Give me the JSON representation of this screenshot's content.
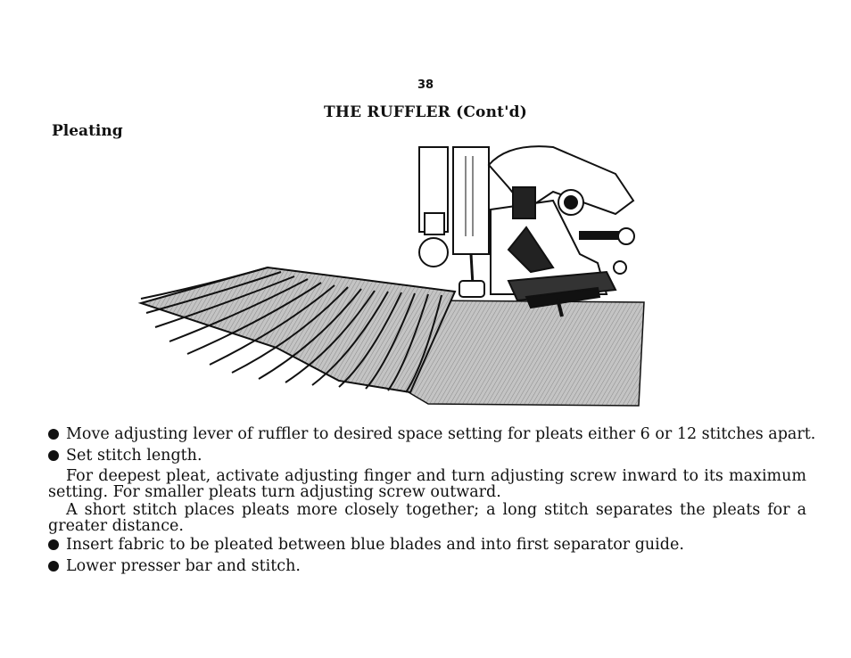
{
  "page_number": "38",
  "title": "THE RUFFLER (Cont'd)",
  "section_heading": "Pleating",
  "illustration": {
    "subject": "ruffler-attachment-pleating-fabric",
    "colors": {
      "ink": "#111111",
      "fabric_shade": "#b8b8b8"
    }
  },
  "instructions": {
    "step1": "Move adjusting lever of ruffler to desired space setting for pleats either 6 or 12 stitches apart.",
    "step2": "Set stitch length.",
    "para1": "For deepest pleat, activate adjusting finger and turn adjusting screw inward to its maximum setting.   For smaller pleats turn adjusting screw outward.",
    "para2": "A short stitch places pleats more closely together;  a long stitch separates the pleats for a greater distance.",
    "step3": "Insert fabric to be pleated between blue blades and into first separator guide.",
    "step4": "Lower presser bar and stitch."
  }
}
